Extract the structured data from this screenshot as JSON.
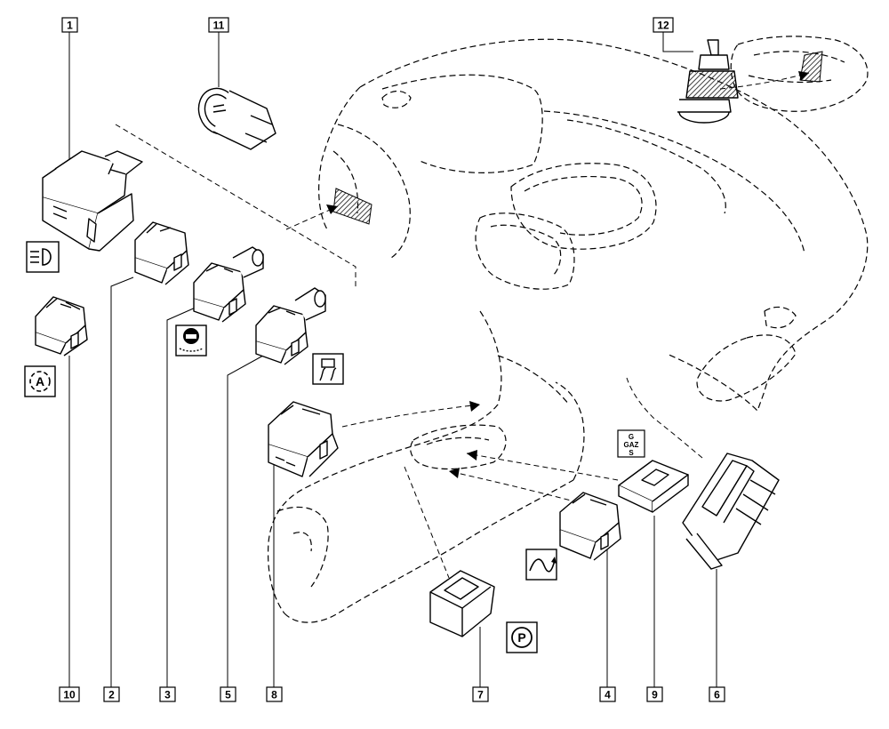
{
  "diagram": {
    "callouts": [
      "1",
      "2",
      "3",
      "4",
      "5",
      "6",
      "7",
      "8",
      "9",
      "10",
      "11",
      "12"
    ],
    "symbols": {
      "gaz_lines": [
        "G",
        "GAZ",
        "S"
      ],
      "parking_letter": "P",
      "auto_letter": "A"
    },
    "colors": {
      "ink": "#000000",
      "paper": "#ffffff",
      "hatch": "#111111"
    }
  }
}
